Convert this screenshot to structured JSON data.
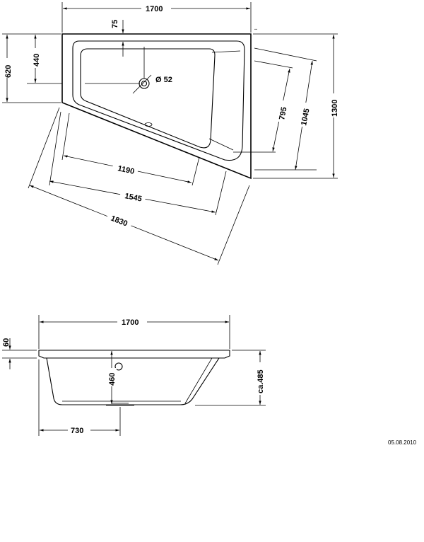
{
  "top_view": {
    "dim_width": "1700",
    "dim_rim": "75",
    "dim_left_outer": "620",
    "dim_left_inner": "440",
    "dim_drain": "Ø 52",
    "dim_right_inner": "795",
    "dim_right_mid": "1045",
    "dim_right_outer": "1300",
    "dim_diag_inner": "1190",
    "dim_diag_mid": "1545",
    "dim_diag_outer": "1830"
  },
  "side_view": {
    "dim_width": "1700",
    "dim_rim": "60",
    "dim_depth": "460",
    "dim_height": "ca.485",
    "dim_drain_pos": "730"
  },
  "date": "05.08.2010"
}
